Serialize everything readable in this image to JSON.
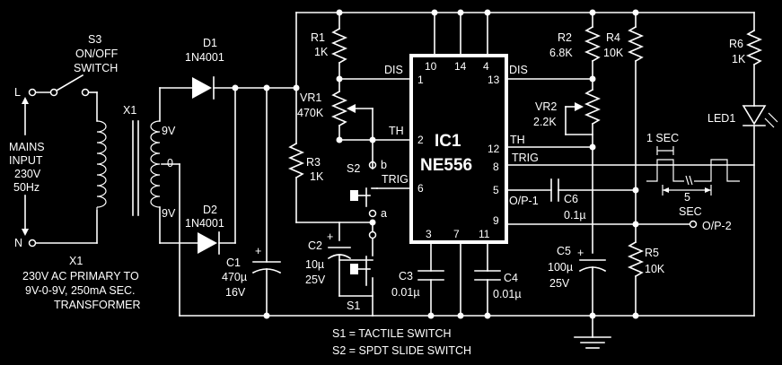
{
  "switch_s3": {
    "ref": "S3",
    "line1": "ON/OFF",
    "line2": "SWITCH"
  },
  "mains": {
    "line_terminal": "L",
    "neutral_terminal": "N",
    "label1": "MAINS",
    "label2": "INPUT",
    "label3": "230V",
    "label4": "50Hz"
  },
  "transformer": {
    "ref": "X1",
    "ref_top": "X1",
    "tap_top": "9V",
    "tap_center": "0",
    "tap_bottom": "9V",
    "desc1": "230V AC PRIMARY TO",
    "desc2": "9V-0-9V,  250mA SEC.",
    "desc3": "TRANSFORMER"
  },
  "d1": {
    "ref": "D1",
    "part": "1N4001"
  },
  "d2": {
    "ref": "D2",
    "part": "1N4001"
  },
  "c1": {
    "ref": "C1",
    "value": "470µ",
    "voltage": "16V"
  },
  "r1": {
    "ref": "R1",
    "value": "1K"
  },
  "vr1": {
    "ref": "VR1",
    "value": "470K"
  },
  "r3": {
    "ref": "R3",
    "value": "1K"
  },
  "s2": {
    "ref": "S2",
    "pos_b": "b",
    "pos_a": "a"
  },
  "c2": {
    "ref": "C2",
    "value": "10µ",
    "voltage": "25V"
  },
  "s1": {
    "ref": "S1"
  },
  "c3": {
    "ref": "C3",
    "value": "0.01µ"
  },
  "c4": {
    "ref": "C4",
    "value": "0.01µ"
  },
  "ic": {
    "ref": "IC1",
    "part": "NE556",
    "pins": {
      "p1": "1",
      "p2": "2",
      "p3": "3",
      "p4": "4",
      "p5": "5",
      "p6": "6",
      "p7": "7",
      "p8": "8",
      "p9": "9",
      "p10": "10",
      "p11": "11",
      "p12": "12",
      "p13": "13",
      "p14": "14"
    },
    "left_labels": {
      "dis": "DIS",
      "th": "TH",
      "trig": "TRIG"
    },
    "right_labels": {
      "dis": "DIS",
      "th": "TH",
      "trig": "TRIG",
      "out": "O/P-1"
    }
  },
  "r2": {
    "ref": "R2",
    "value": "6.8K"
  },
  "vr2": {
    "ref": "VR2",
    "value": "2.2K"
  },
  "r4": {
    "ref": "R4",
    "value": "10K"
  },
  "r5": {
    "ref": "R5",
    "value": "10K"
  },
  "r6": {
    "ref": "R6",
    "value": "1K"
  },
  "c5": {
    "ref": "C5",
    "value": "100µ",
    "voltage": "25V"
  },
  "c6": {
    "ref": "C6",
    "value": "0.1µ"
  },
  "led": {
    "ref": "LED1"
  },
  "timing": {
    "pulse_label": "1 SEC",
    "gap_label": "5",
    "unit": "SEC",
    "output": "O/P-2"
  },
  "legend": {
    "line1": "S1 = TACTILE SWITCH",
    "line2": "S2 = SPDT SLIDE SWITCH"
  }
}
